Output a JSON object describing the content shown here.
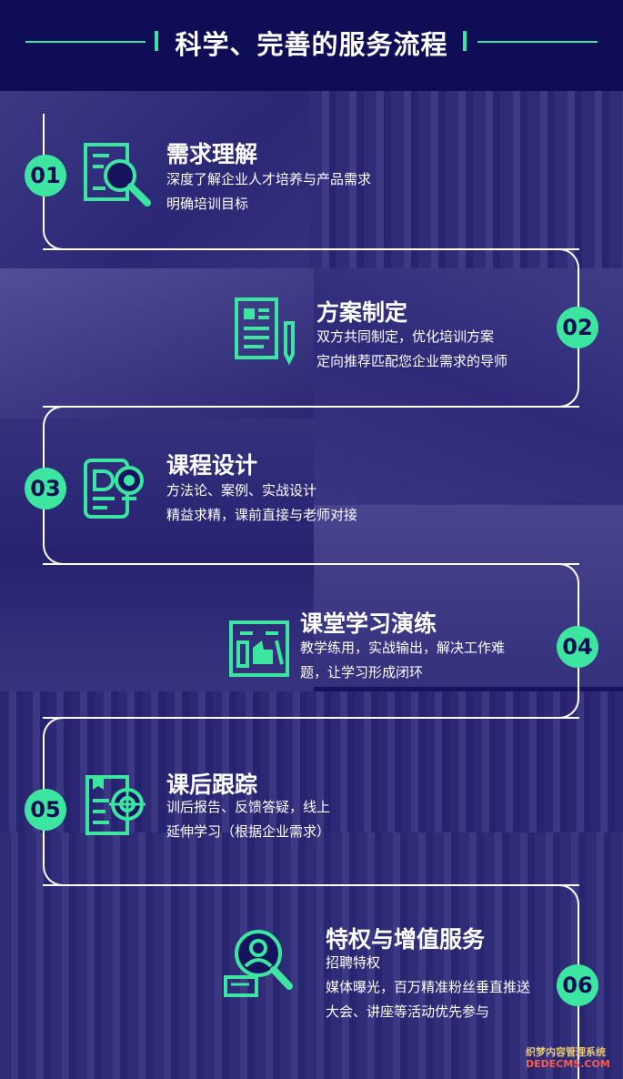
{
  "header": {
    "title": "科学、完善的服务流程"
  },
  "steps": [
    {
      "number": "01",
      "title": "需求理解",
      "lines": [
        "深度了解企业人才培养与产品需求",
        "明确培训目标"
      ],
      "icon": "magnifier-document-icon"
    },
    {
      "number": "02",
      "title": "方案制定",
      "lines": [
        "双方共同制定，优化培训方案",
        "定向推荐匹配您企业需求的导师"
      ],
      "icon": "document-pen-icon"
    },
    {
      "number": "03",
      "title": "课程设计",
      "lines": [
        "方法论、案例、实战设计",
        "精益求精，课前直接与老师对接"
      ],
      "icon": "document-bulb-icon"
    },
    {
      "number": "04",
      "title": "课堂学习演练",
      "lines": [
        "教学练用，实战输出，解决工作难",
        "题，让学习形成闭环"
      ],
      "icon": "hand-tools-icon"
    },
    {
      "number": "05",
      "title": "课后跟踪",
      "lines": [
        "训后报告、反馈答疑，线上",
        "延伸学习（根据企业需求）"
      ],
      "icon": "document-target-icon"
    },
    {
      "number": "06",
      "title": "特权与增值服务",
      "lines": [
        "招聘特权",
        "媒体曝光，百万精准粉丝垂直推送",
        "大会、讲座等活动优先参与"
      ],
      "icon": "person-search-icon"
    }
  ],
  "watermark": {
    "line1": "织梦内容管理系统",
    "line2": "DEDECMS.COM"
  },
  "colors": {
    "accent": "#3de6a0",
    "background": "#15135e",
    "overlay": "#1e1a78"
  }
}
